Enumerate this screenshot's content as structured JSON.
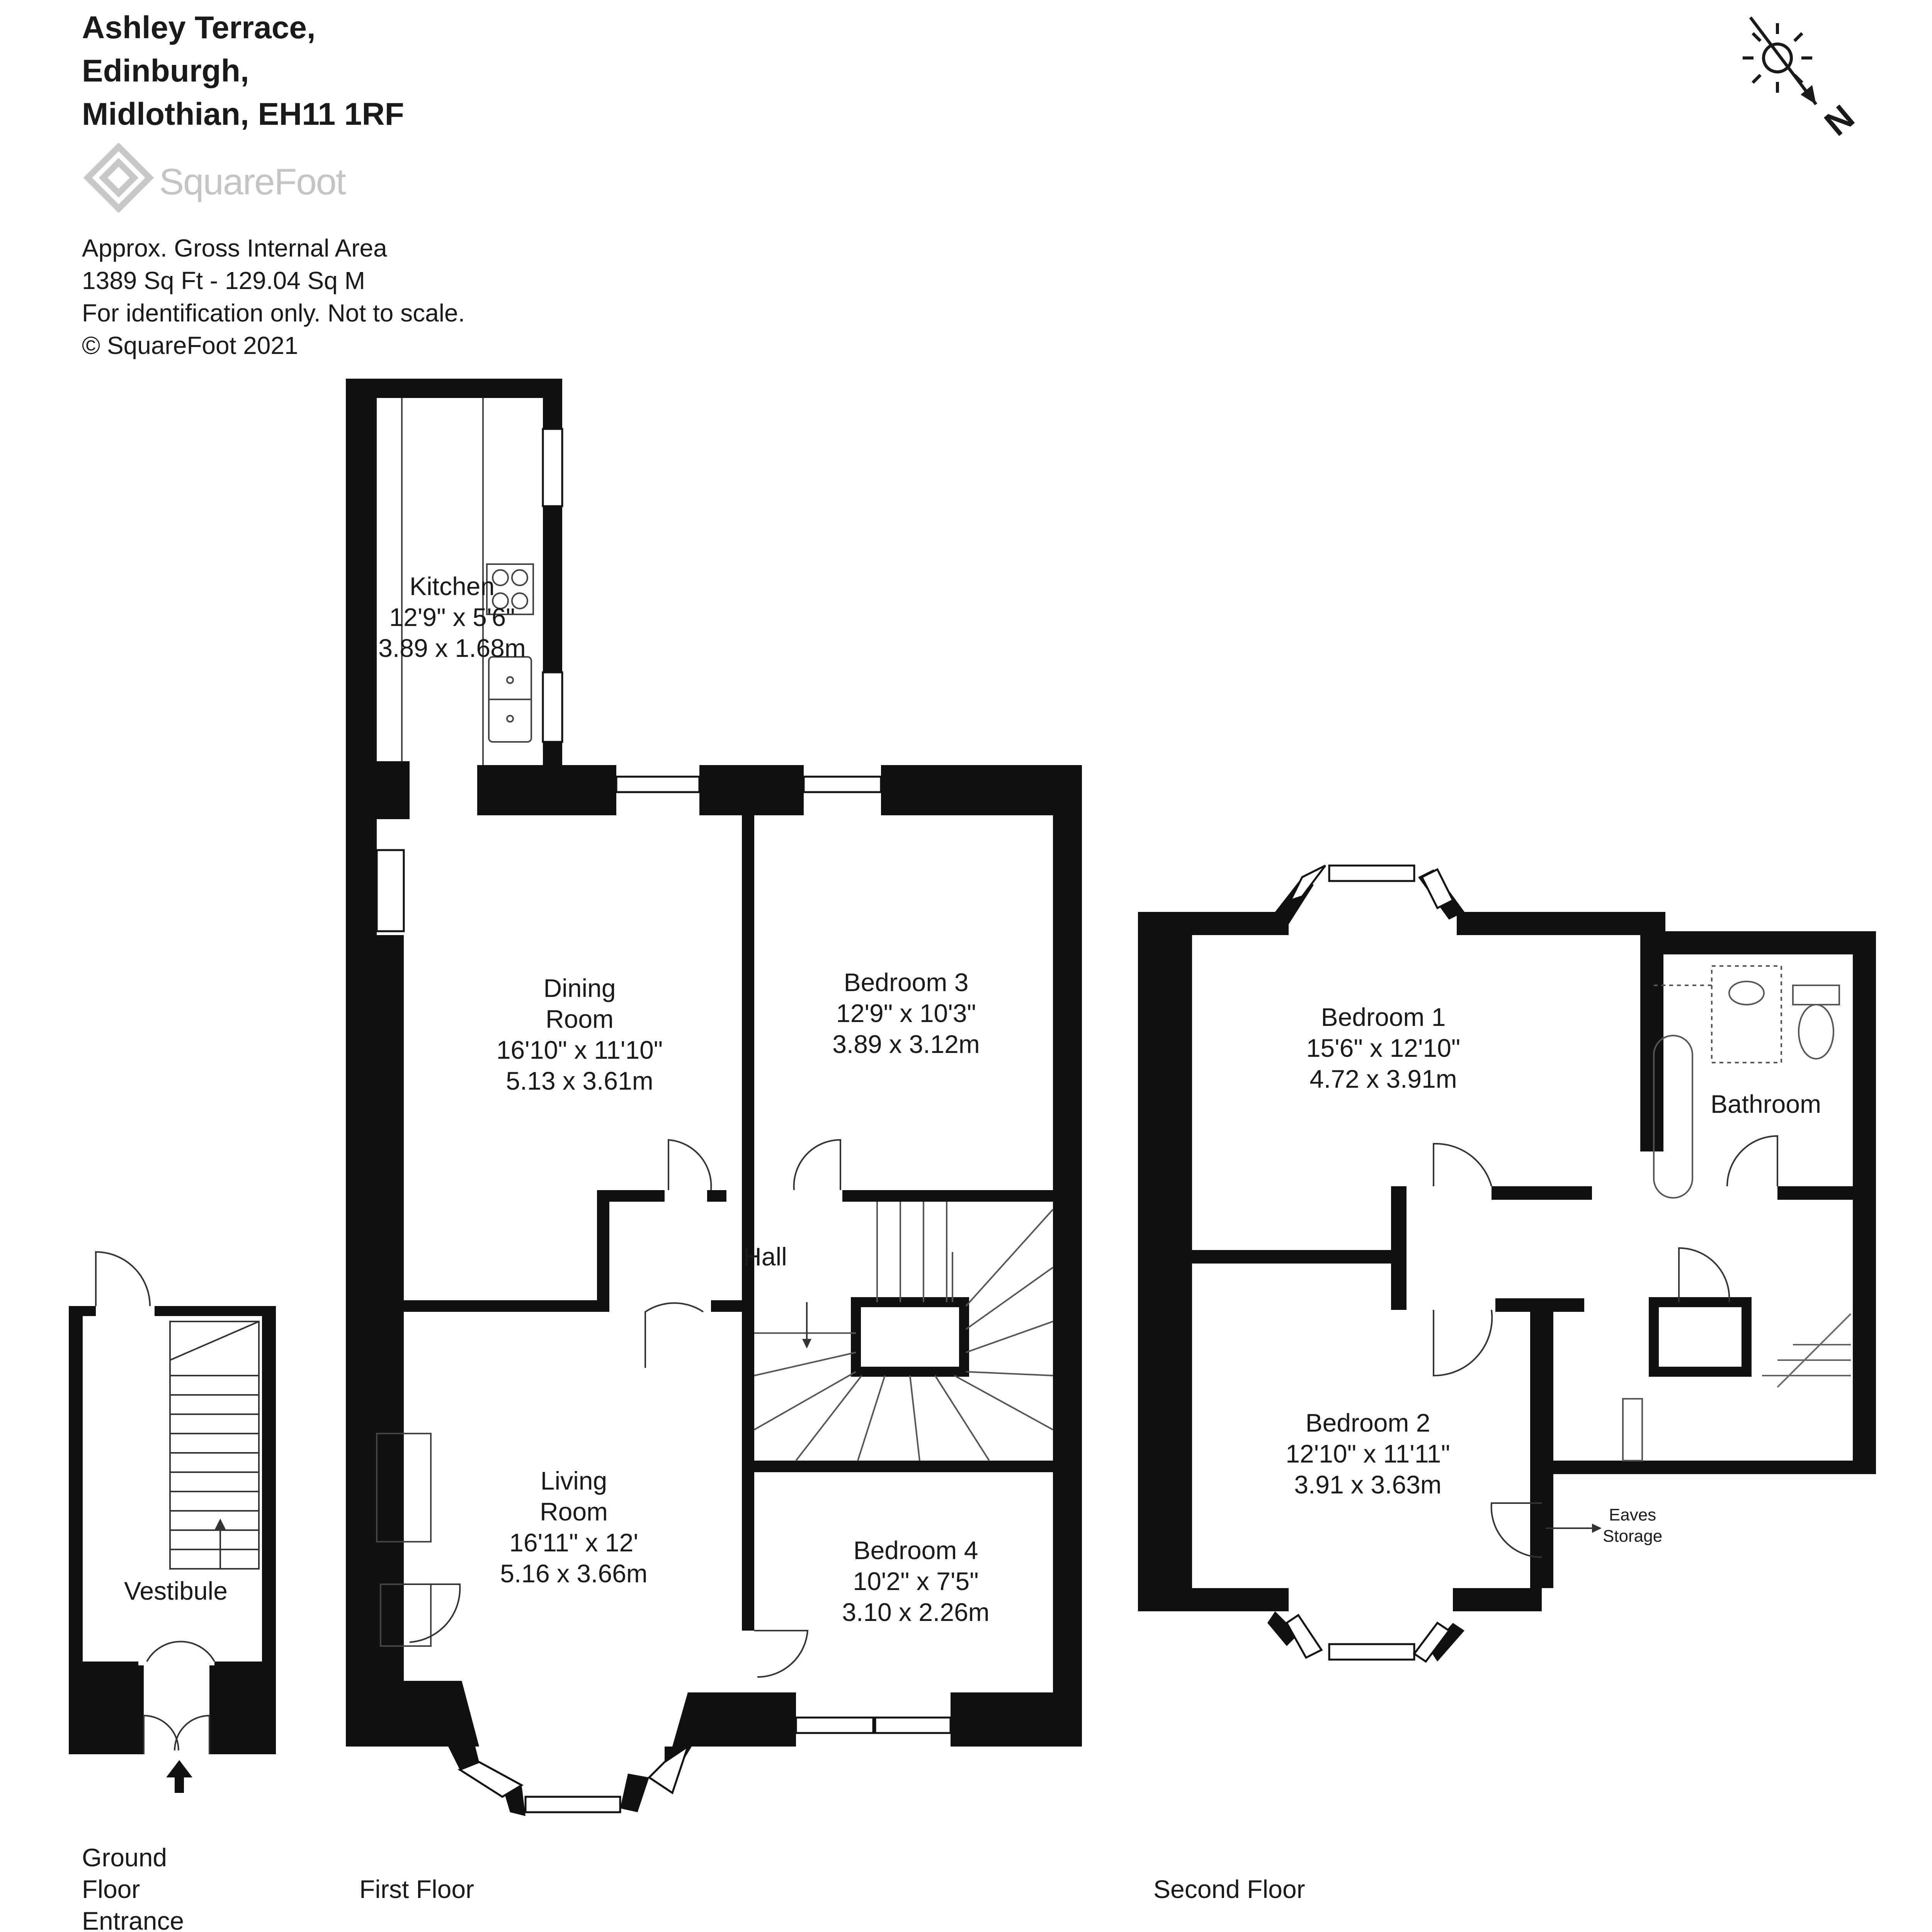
{
  "address": {
    "line1": "Ashley Terrace,",
    "line2": "Edinburgh,",
    "line3": "Midlothian, EH11 1RF"
  },
  "brand": {
    "name": "SquareFoot"
  },
  "info": {
    "line1": "Approx. Gross Internal Area",
    "line2": "1389 Sq Ft  -  129.04 Sq M",
    "line3": "For identification only. Not to scale.",
    "line4": "© SquareFoot 2021"
  },
  "compass": {
    "label": "N"
  },
  "rooms": {
    "kitchen": {
      "name": "Kitchen",
      "imperial": "12'9\" x 5'6\"",
      "metric": "3.89 x 1.68m"
    },
    "dining": {
      "name1": "Dining",
      "name2": "Room",
      "imperial": "16'10\" x 11'10\"",
      "metric": "5.13 x 3.61m"
    },
    "bedroom3": {
      "name": "Bedroom 3",
      "imperial": "12'9\" x 10'3\"",
      "metric": "3.89 x 3.12m"
    },
    "hall": {
      "name": "Hall"
    },
    "living": {
      "name1": "Living",
      "name2": "Room",
      "imperial": "16'11\" x 12'",
      "metric": "5.16 x 3.66m"
    },
    "bedroom4": {
      "name": "Bedroom 4",
      "imperial": "10'2\" x 7'5\"",
      "metric": "3.10 x 2.26m"
    },
    "vestibule": {
      "name": "Vestibule"
    },
    "bedroom1": {
      "name": "Bedroom 1",
      "imperial": "15'6\" x 12'10\"",
      "metric": "4.72 x 3.91m"
    },
    "bathroom": {
      "name": "Bathroom"
    },
    "bedroom2": {
      "name": "Bedroom 2",
      "imperial": "12'10\" x 11'11\"",
      "metric": "3.91 x 3.63m"
    },
    "eaves": {
      "line1": "Eaves",
      "line2": "Storage"
    }
  },
  "floors": {
    "ground": {
      "line1": "Ground",
      "line2": "Floor",
      "line3": "Entrance"
    },
    "first": "First Floor",
    "second": "Second Floor"
  }
}
